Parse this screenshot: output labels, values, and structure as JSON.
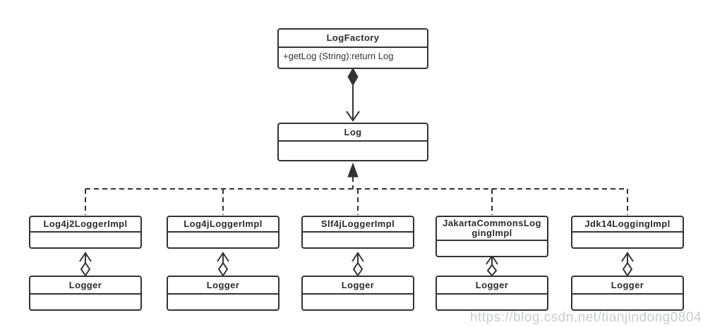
{
  "diagram": {
    "factory": {
      "name": "LogFactory",
      "method": "+getLog (String):return Log"
    },
    "log": {
      "name": "Log"
    },
    "impls": [
      {
        "name": "Log4j2LoggerImpl"
      },
      {
        "name": "Log4jLoggerImpl"
      },
      {
        "name": "Slf4jLoggerImpl"
      },
      {
        "name": "JakartaCommonsLoggingImpl"
      },
      {
        "name": "Jdk14LoggingImpl"
      }
    ],
    "logger_label": "Logger",
    "relationships": [
      {
        "from": "LogFactory",
        "to": "Log",
        "type": "composition",
        "style": "solid line, filled diamond at LogFactory end, open arrowhead pointing at Log"
      },
      {
        "from": "all five *Impl classes",
        "to": "Log",
        "type": "realization",
        "style": "dashed lines joined into one bus, filled arrowhead pointing up at Log"
      },
      {
        "from": "Logger",
        "to": "its *Impl class",
        "type": "aggregation",
        "style": "hollow diamond at Logger end, open arrowhead pointing up at Impl"
      }
    ],
    "colors": {
      "line": "#333333",
      "background": "#ffffff",
      "watermark": "#c9ccd1"
    }
  },
  "watermark": {
    "text": "https://blog.csdn.net/tianjindong0804"
  }
}
